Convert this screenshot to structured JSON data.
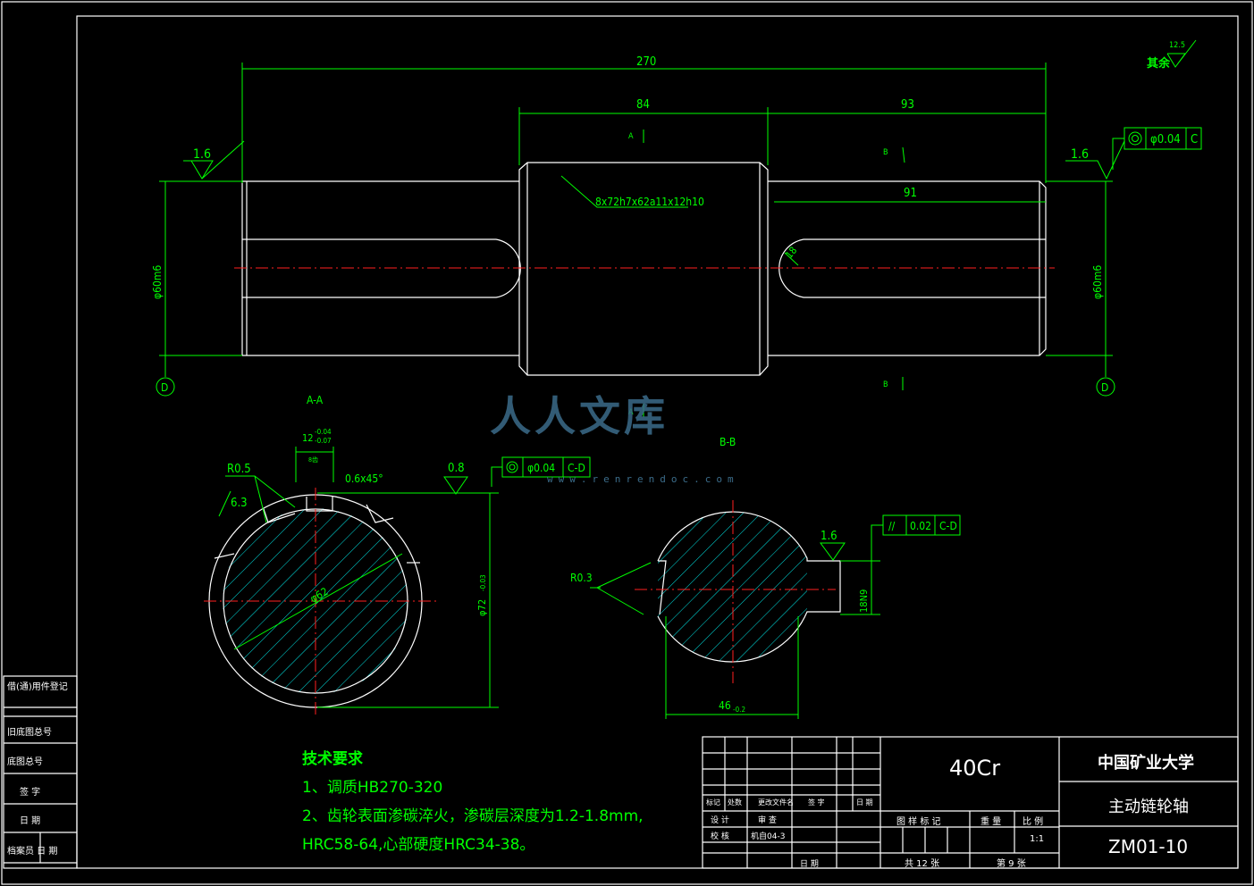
{
  "watermark": {
    "brand": "人人文库",
    "url": "www.renrendoc.com"
  },
  "roughness_other": {
    "label": "其余",
    "value": "12.5"
  },
  "dims": {
    "total_length": "270",
    "spline_length": "84",
    "right_length": "93",
    "keyway_length": "91",
    "left_dia": "φ60m6",
    "right_dia": "φ60m6",
    "spline_code": "8x72h7x62a11x12h10",
    "key_width_r": "18"
  },
  "roughness": {
    "left": "1.6",
    "right": "1.6",
    "aa_r05": "0.8",
    "bb_key": "1.6",
    "aa_63": "6.3"
  },
  "tolerance_frames": {
    "main": {
      "symbol": "◎",
      "value": "φ0.04",
      "datum": "C"
    },
    "aa": {
      "symbol": "◎",
      "value": "φ0.04",
      "datum": "C-D"
    },
    "bb": {
      "symbol": "//",
      "value": "0.02",
      "datum": "C-D"
    }
  },
  "section_marks": {
    "a": "A",
    "b": "B",
    "datum_d": "D"
  },
  "section_aa": {
    "title": "A-A",
    "radius": "R0.5",
    "chamfer": "0.6x45°",
    "key_width": "12",
    "key_tol": "-0.04",
    "key_tol2": "-0.07",
    "key_note": "8齿",
    "dia_inner": "φ62",
    "dia_outer": "φ72",
    "dia_outer_tol": "-0.03"
  },
  "section_bb": {
    "title": "B-B",
    "radius": "R0.3",
    "depth": "18N9",
    "width": "46",
    "width_tol": "-0.2"
  },
  "tech": {
    "heading": "技术要求",
    "line1": "1、调质HB270-320",
    "line2": "2、齿轮表面渗碳淬火，渗碳层深度为1.2-1.8mm,",
    "line3": "HRC58-64,心部硬度HRC34-38。"
  },
  "side_table": [
    "借(通)用件登记",
    "旧底图总号",
    "底图总号",
    "签 字",
    "日 期",
    "档案员 日 期"
  ],
  "title_block": {
    "material": "40Cr",
    "school": "中国矿业大学",
    "part_name": "主动链轮轴",
    "drawing_no": "ZM01-10",
    "scale_label": "比 例",
    "scale": "1:1",
    "weight_label": "重 量",
    "stage_label": "图 样 标 记",
    "total_sheets": "共 12 张",
    "sheet": "第 9 张",
    "design": "设 计",
    "reviewer": "审 查",
    "checker": "校 核",
    "student": "机自04-3",
    "date_label": "日 期",
    "mark_labels": [
      "标记",
      "处数",
      "更改文件名",
      "签 字",
      "日 期"
    ]
  }
}
